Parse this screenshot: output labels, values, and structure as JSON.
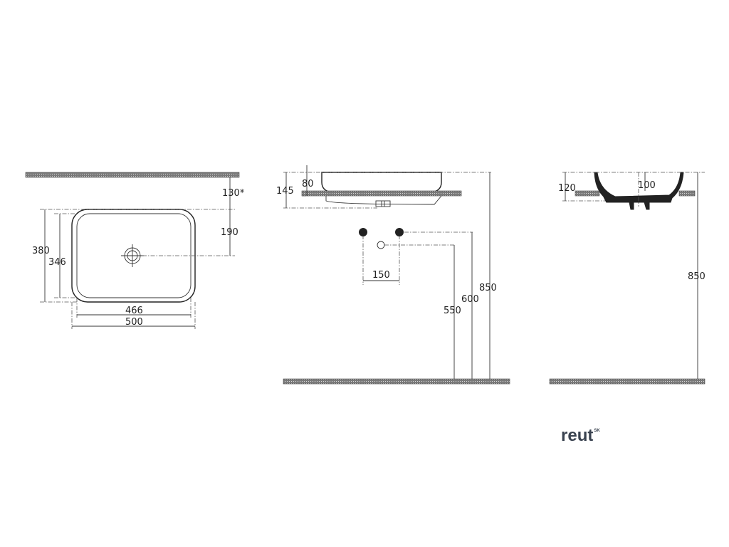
{
  "plan_view": {
    "dim_380": "380",
    "dim_346": "346",
    "dim_466": "466",
    "dim_500": "500",
    "dim_190": "190",
    "dim_130": "130*"
  },
  "front_view": {
    "dim_145": "145",
    "dim_80": "80",
    "dim_150": "150",
    "dim_550": "550",
    "dim_600": "600",
    "dim_850": "850"
  },
  "side_view": {
    "dim_120": "120",
    "dim_100": "100",
    "dim_850": "850"
  },
  "brand": {
    "name": "reut",
    "mark": "SK"
  },
  "colors": {
    "line": "#333333",
    "brand": "#3a4350"
  }
}
